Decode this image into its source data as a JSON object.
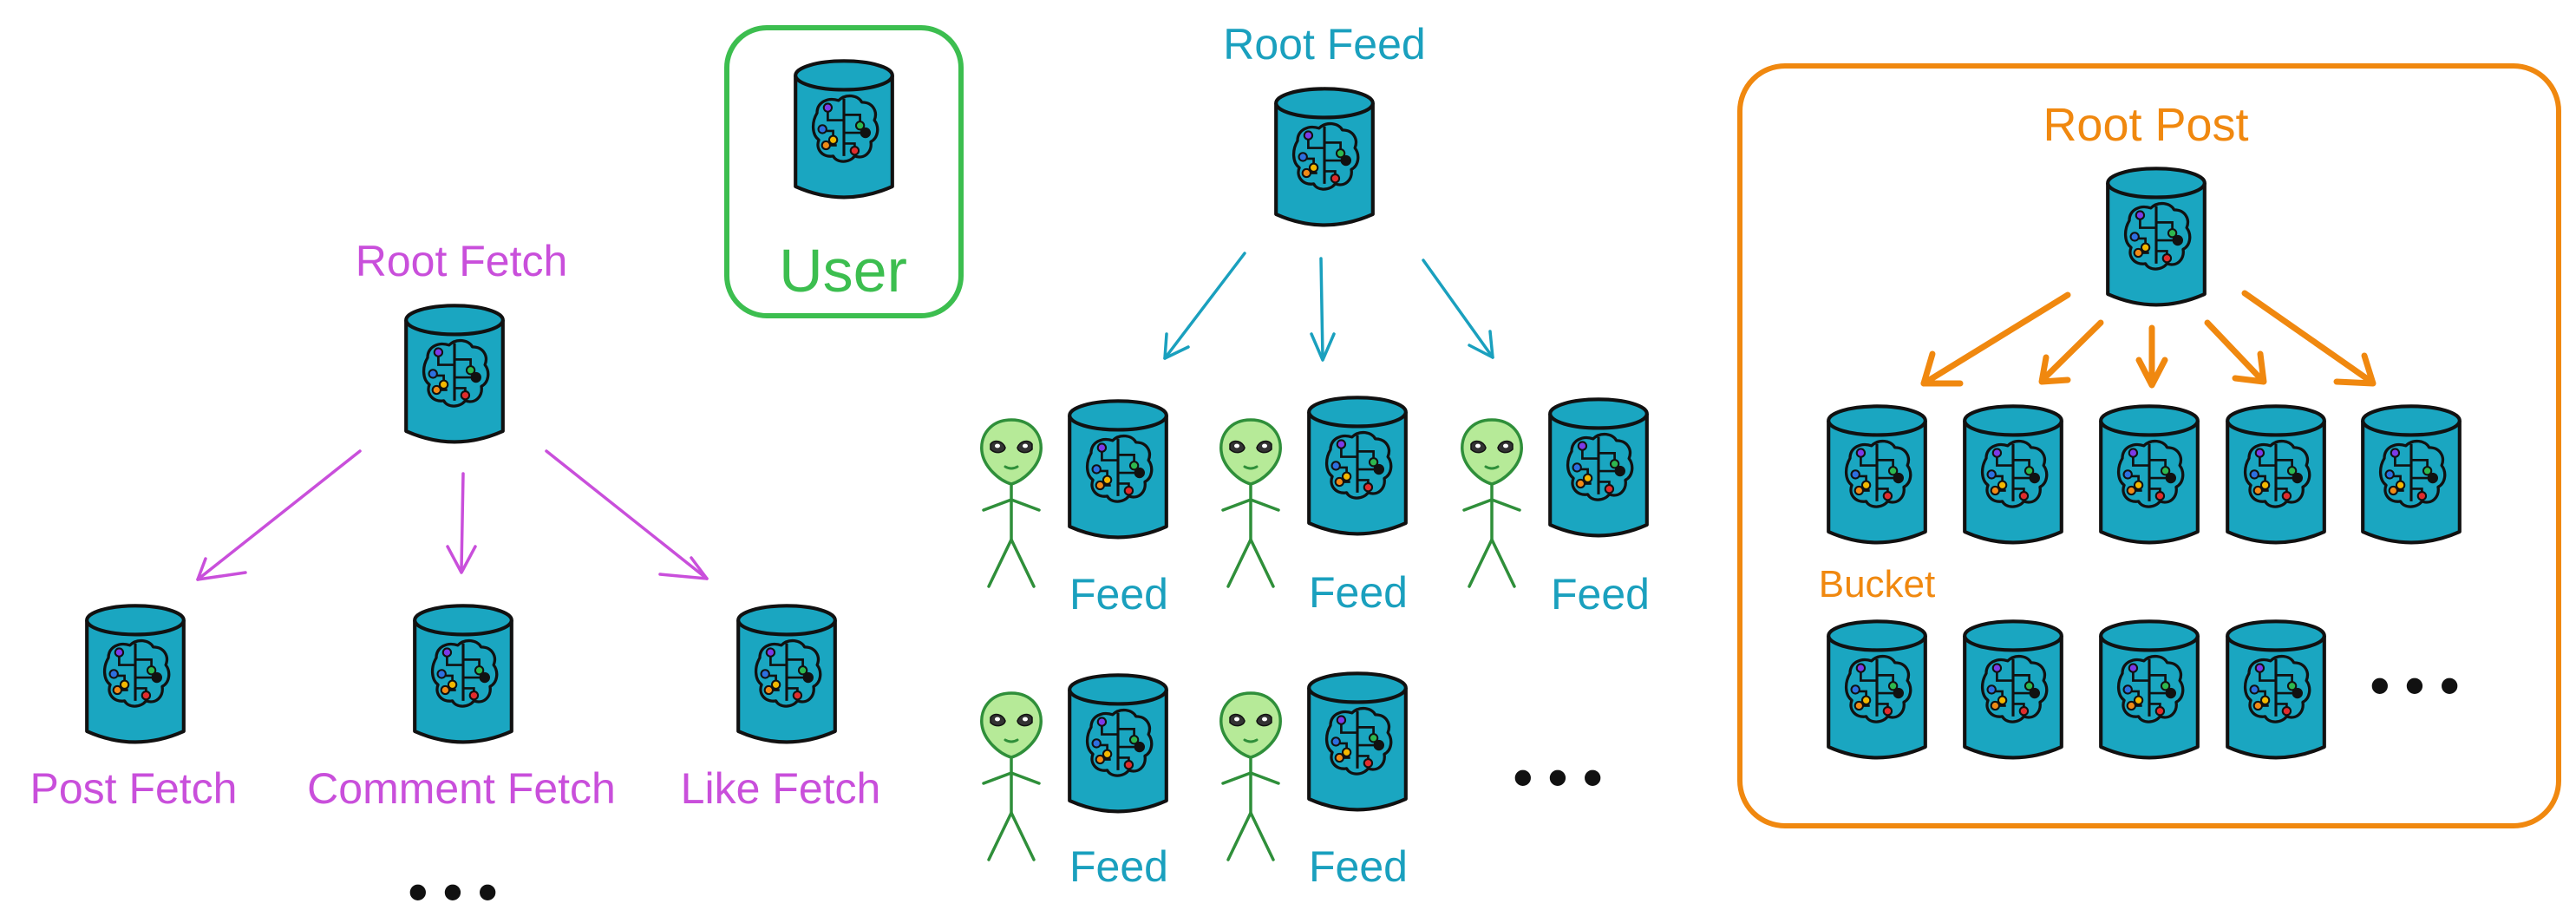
{
  "colors": {
    "fetch": "#c94fdb",
    "feed": "#1aa0be",
    "post": "#f0880f",
    "user": "#3cbe4f",
    "db_fill": "#1aa6c1",
    "db_stroke": "#111111",
    "alien_head": "#b6ea98",
    "alien_stroke": "#2f8f3a"
  },
  "fetch": {
    "root_label": "Root Fetch",
    "children": [
      "Post Fetch",
      "Comment Fetch",
      "Like Fetch"
    ],
    "more": "• • •"
  },
  "user": {
    "label": "User"
  },
  "feed": {
    "root_label": "Root Feed",
    "row1": [
      "Feed",
      "Feed",
      "Feed"
    ],
    "row2": [
      "Feed",
      "Feed"
    ],
    "more": "• • •"
  },
  "post": {
    "root_label": "Root Post",
    "bucket_label": "Bucket",
    "more": "• • •"
  },
  "icons": {
    "database": "database-brain-icon",
    "user": "alien-user-icon",
    "arrow": "arrow-icon"
  }
}
